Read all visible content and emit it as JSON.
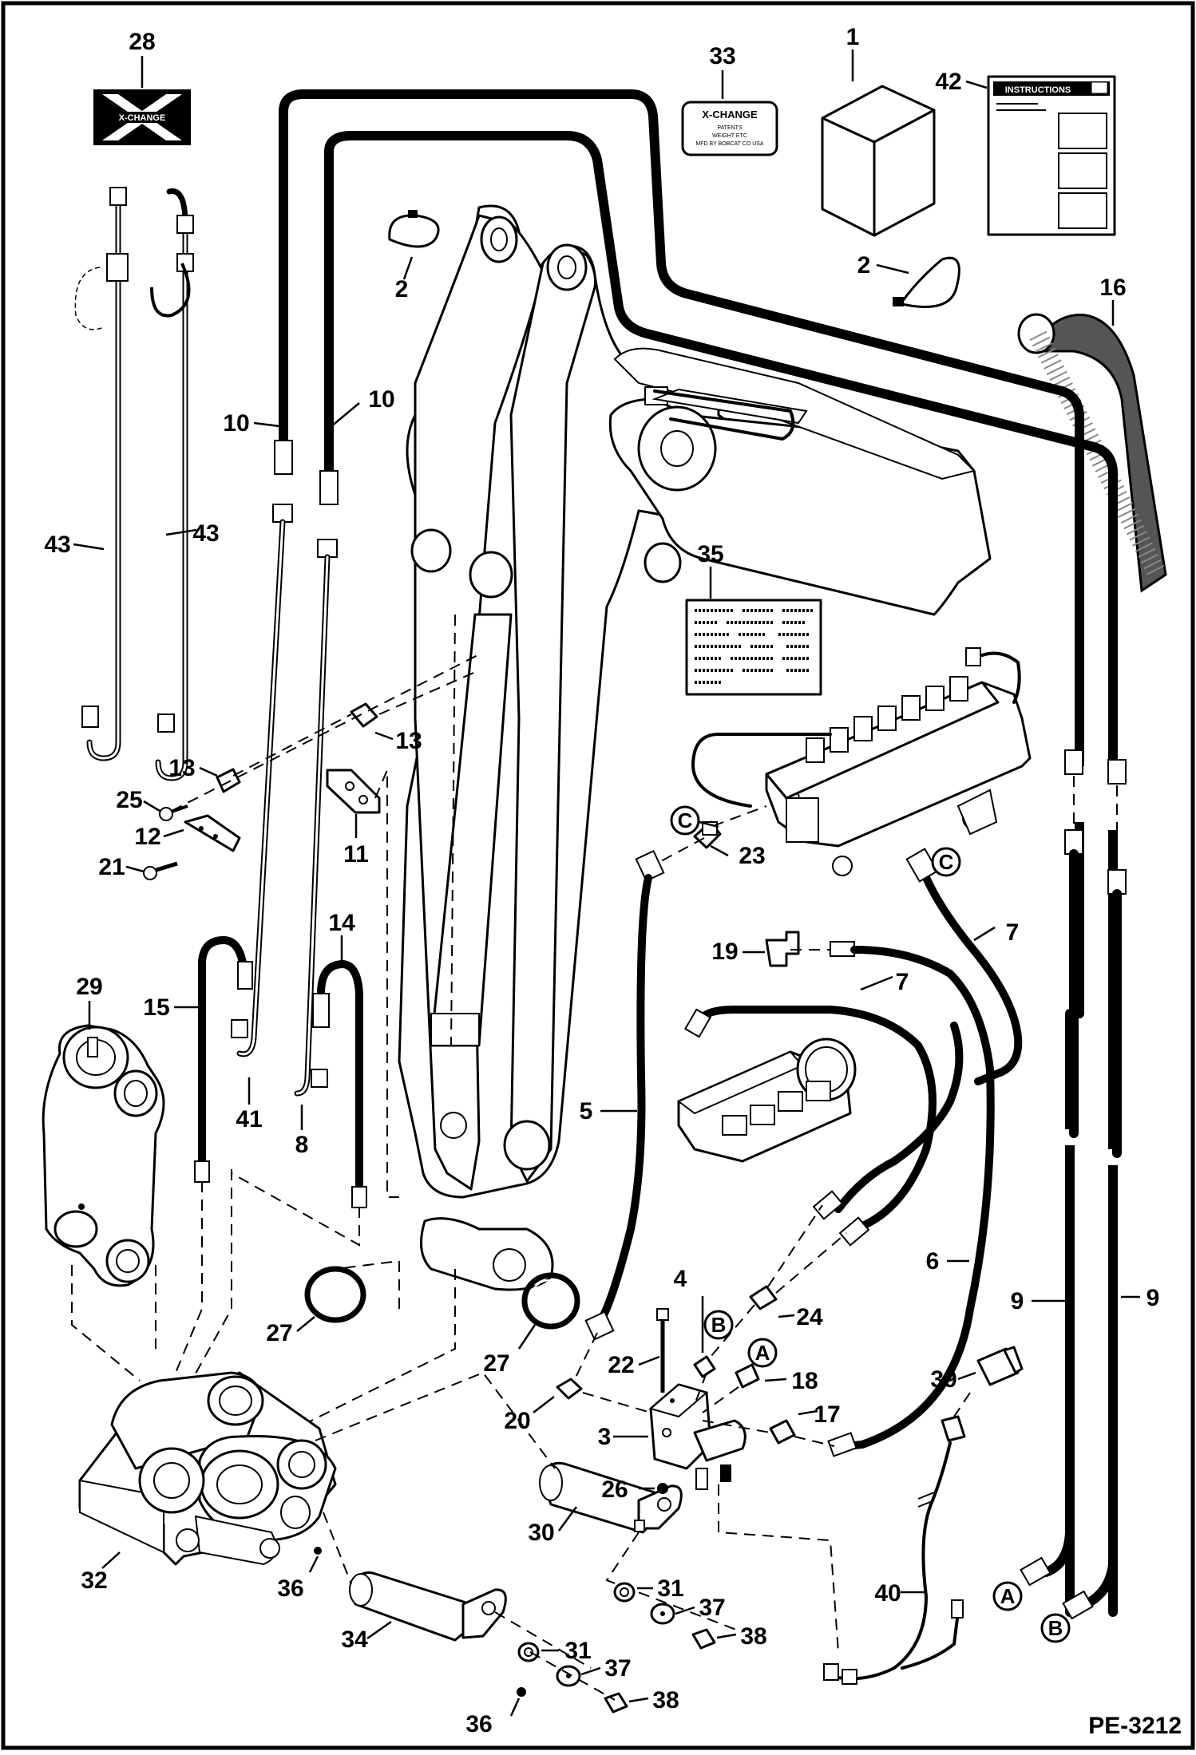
{
  "drawing_id": "PE-3212",
  "callouts": [
    {
      "id": "c1",
      "text": "1"
    },
    {
      "id": "c2a",
      "text": "2"
    },
    {
      "id": "c2b",
      "text": "2"
    },
    {
      "id": "c3",
      "text": "3"
    },
    {
      "id": "c4",
      "text": "4"
    },
    {
      "id": "c5",
      "text": "5"
    },
    {
      "id": "c6",
      "text": "6"
    },
    {
      "id": "c7a",
      "text": "7"
    },
    {
      "id": "c7b",
      "text": "7"
    },
    {
      "id": "c8",
      "text": "8"
    },
    {
      "id": "c9a",
      "text": "9"
    },
    {
      "id": "c9b",
      "text": "9"
    },
    {
      "id": "c10a",
      "text": "10"
    },
    {
      "id": "c10b",
      "text": "10"
    },
    {
      "id": "c11",
      "text": "11"
    },
    {
      "id": "c12",
      "text": "12"
    },
    {
      "id": "c13a",
      "text": "13"
    },
    {
      "id": "c13b",
      "text": "13"
    },
    {
      "id": "c14",
      "text": "14"
    },
    {
      "id": "c15",
      "text": "15"
    },
    {
      "id": "c16",
      "text": "16"
    },
    {
      "id": "c17",
      "text": "17"
    },
    {
      "id": "c18",
      "text": "18"
    },
    {
      "id": "c19",
      "text": "19"
    },
    {
      "id": "c20",
      "text": "20"
    },
    {
      "id": "c21",
      "text": "21"
    },
    {
      "id": "c22",
      "text": "22"
    },
    {
      "id": "c23",
      "text": "23"
    },
    {
      "id": "c24",
      "text": "24"
    },
    {
      "id": "c25",
      "text": "25"
    },
    {
      "id": "c26",
      "text": "26"
    },
    {
      "id": "c27a",
      "text": "27"
    },
    {
      "id": "c27b",
      "text": "27"
    },
    {
      "id": "c28",
      "text": "28"
    },
    {
      "id": "c29",
      "text": "29"
    },
    {
      "id": "c30",
      "text": "30"
    },
    {
      "id": "c31a",
      "text": "31"
    },
    {
      "id": "c31b",
      "text": "31"
    },
    {
      "id": "c32",
      "text": "32"
    },
    {
      "id": "c33",
      "text": "33"
    },
    {
      "id": "c34",
      "text": "34"
    },
    {
      "id": "c35",
      "text": "35"
    },
    {
      "id": "c36a",
      "text": "36"
    },
    {
      "id": "c36b",
      "text": "36"
    },
    {
      "id": "c37a",
      "text": "37"
    },
    {
      "id": "c37b",
      "text": "37"
    },
    {
      "id": "c38a",
      "text": "38"
    },
    {
      "id": "c38b",
      "text": "38"
    },
    {
      "id": "c39",
      "text": "39"
    },
    {
      "id": "c40",
      "text": "40"
    },
    {
      "id": "c41",
      "text": "41"
    },
    {
      "id": "c42",
      "text": "42"
    },
    {
      "id": "c43a",
      "text": "43"
    },
    {
      "id": "c43b",
      "text": "43"
    }
  ],
  "connection_markers": {
    "a": "A",
    "b": "B",
    "c": "C"
  },
  "decal_33": {
    "title": "X-CHANGE",
    "lines": [
      "PATENTS",
      "WEIGHT ETC",
      "MFD BY BOBCAT CO USA"
    ]
  },
  "decal_28": {
    "text": "X-CHANGE"
  },
  "manual_42": {
    "title": "INSTRUCTIONS"
  }
}
